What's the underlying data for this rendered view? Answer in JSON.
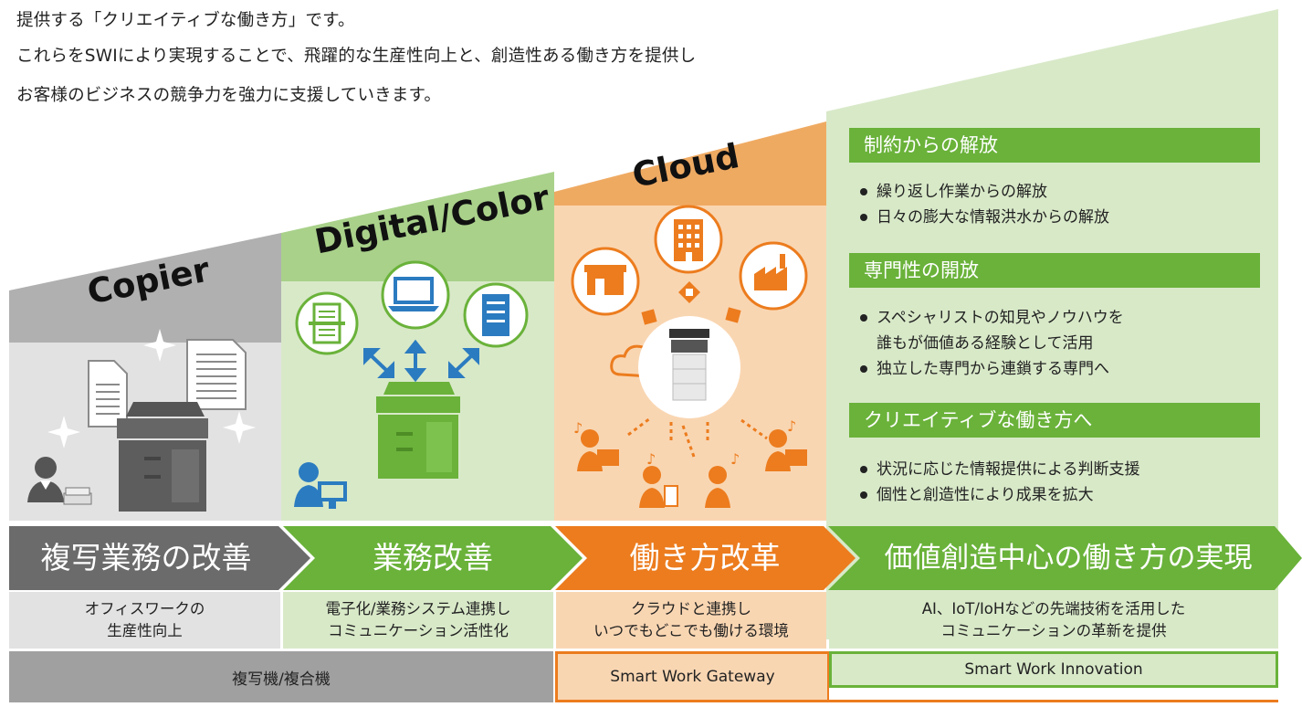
{
  "intro": {
    "line1": "提供する「クリエイティブな働き方」です。",
    "line2": "これらをSWIにより実現することで、飛躍的な生産性向上と、創造性ある働き方を提供し",
    "line3": "お客様のビジネスの競争力を強力に支援していきます。"
  },
  "eras": {
    "copier": "Copier",
    "digital": "Digital/Color",
    "cloud": "Cloud"
  },
  "panel": {
    "sections": [
      {
        "title": "制約からの解放",
        "bullets": [
          "繰り返し作業からの解放",
          "日々の膨大な情報洪水からの解放"
        ]
      },
      {
        "title": "専門性の開放",
        "bullets": [
          "スペシャリストの知見やノウハウを",
          "誰もが価値ある経験として活用",
          "独立した専門から連鎖する専門へ"
        ]
      },
      {
        "title": "クリエイティブな働き方へ",
        "bullets": [
          "状況に応じた情報提供による判断支援",
          "個性と創造性により成果を拡大"
        ]
      }
    ]
  },
  "stages": [
    {
      "label": "複写業務の改善",
      "desc": [
        "オフィスワークの",
        "生産性向上"
      ]
    },
    {
      "label": "業務改善",
      "desc": [
        "電子化/業務システム連携し",
        "コミュニケーション活性化"
      ]
    },
    {
      "label": "働き方改革",
      "desc": [
        "クラウドと連携し",
        "いつでもどこでも働ける環境"
      ]
    },
    {
      "label": "価値創造中心の働き方の実現",
      "desc": [
        "AI、IoT/IoHなどの先端技術を活用した",
        "コミュニケーションの革新を提供"
      ]
    }
  ],
  "base": {
    "mfp": "複写機/複合機",
    "gateway": "Smart Work Gateway",
    "innovation": "Smart Work Innovation"
  },
  "colors": {
    "gray_dark": "#6b6b6b",
    "gray_light": "#e2e2e2",
    "green": "#6ab23a",
    "green_light": "#d8e9c8",
    "orange": "#ec7c1e",
    "orange_light": "#f8d4b0"
  }
}
